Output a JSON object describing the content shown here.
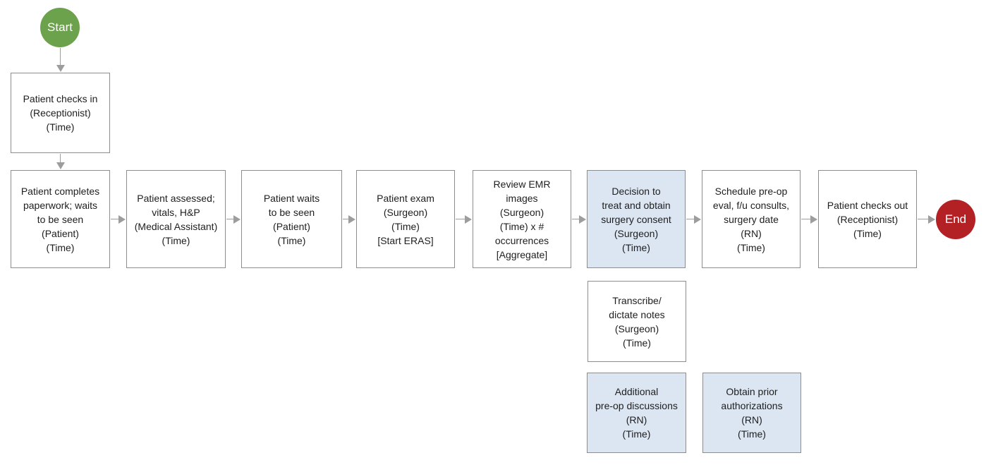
{
  "colors": {
    "start": "#6ba24b",
    "end": "#b42125",
    "highlight": "#dce6f2",
    "border": "#8d8d8d",
    "arrow": "#9d9d9d",
    "text": "#1e1e1e"
  },
  "diagram": {
    "start_label": "Start",
    "end_label": "End",
    "boxes": {
      "check_in": "Patient checks in\n(Receptionist)\n(Time)",
      "paperwork": "Patient completes\npaperwork; waits\nto be seen\n(Patient)\n(Time)",
      "assessed": "Patient assessed;\nvitals, H&P\n(Medical Assistant)\n(Time)",
      "waits": "Patient waits\nto be seen\n(Patient)\n(Time)",
      "exam": "Patient exam\n(Surgeon)\n(Time)\n[Start ERAS]",
      "review_emr": "Review EMR\nimages\n(Surgeon)\n(Time) x #\noccurrences\n[Aggregate]",
      "decision": "Decision to\ntreat and obtain\nsurgery consent\n(Surgeon)\n(Time)",
      "schedule": "Schedule pre-op\neval, f/u consults,\nsurgery date\n(RN)\n(Time)",
      "check_out": "Patient checks out\n(Receptionist)\n(Time)",
      "transcribe": "Transcribe/\ndictate notes\n(Surgeon)\n(Time)",
      "additional": "Additional\npre-op discussions\n(RN)\n(Time)",
      "obtain_auth": "Obtain prior\nauthorizations\n(RN)\n(Time)"
    }
  }
}
